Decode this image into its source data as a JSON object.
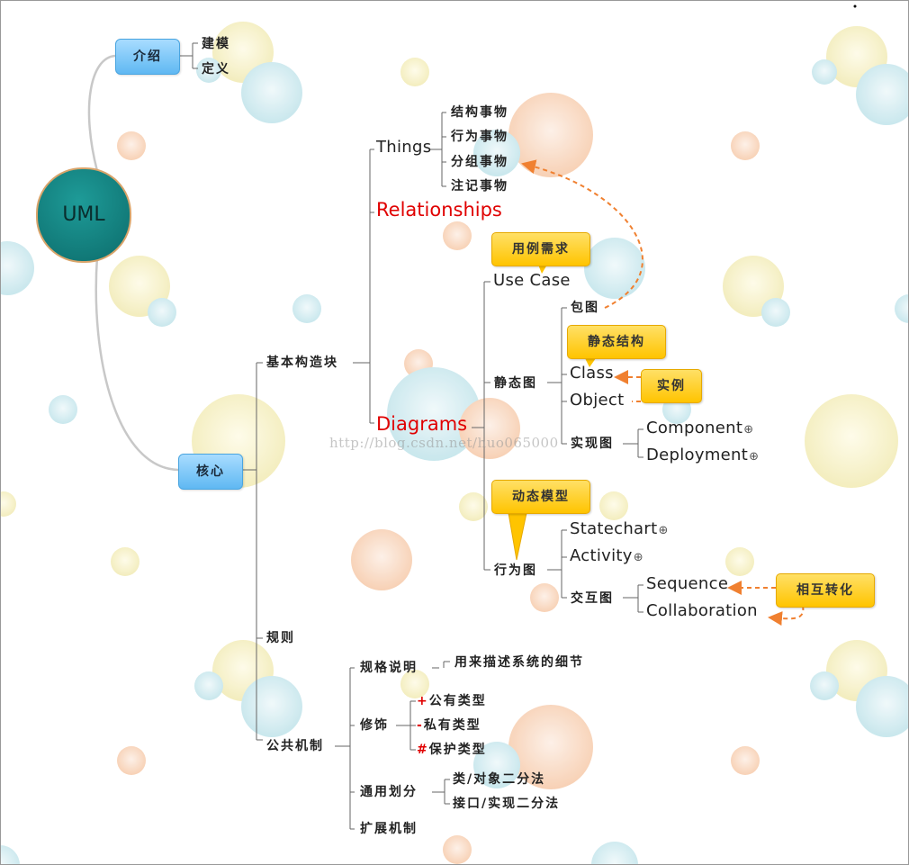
{
  "root": "UML",
  "intro": {
    "label": "介绍",
    "items": [
      "建模",
      "定义"
    ]
  },
  "core": {
    "label": "核心"
  },
  "building_blocks": {
    "label": "基本构造块"
  },
  "things": {
    "label": "Things",
    "items": [
      "结构事物",
      "行为事物",
      "分组事物",
      "注记事物"
    ]
  },
  "relationships": {
    "label": "Relationships"
  },
  "diagrams": {
    "label": "Diagrams"
  },
  "use_case": {
    "label": "Use Case",
    "note": "用例需求"
  },
  "static": {
    "label": "静态图",
    "package": "包图",
    "note": "静态结构",
    "class": "Class",
    "object": "Object",
    "instance_note": "实例"
  },
  "implementation": {
    "label": "实现图",
    "component": "Component",
    "deployment": "Deployment"
  },
  "dynamic_note": "动态模型",
  "behavior": {
    "label": "行为图",
    "statechart": "Statechart",
    "activity": "Activity"
  },
  "interaction": {
    "label": "交互图",
    "sequence": "Sequence",
    "collaboration": "Collaboration",
    "note": "相互转化"
  },
  "rules": {
    "label": "规则"
  },
  "common": {
    "label": "公共机制"
  },
  "spec": {
    "label": "规格说明",
    "detail": "用来描述系统的细节"
  },
  "adorn": {
    "label": "修饰",
    "public_sign": "+",
    "public": "公有类型",
    "private_sign": "-",
    "private": "私有类型",
    "protected_sign": "#",
    "protected": "保护类型"
  },
  "division": {
    "label": "通用划分",
    "a": "类/对象二分法",
    "b": "接口/实现二分法"
  },
  "extension": {
    "label": "扩展机制"
  },
  "watermark": "http://blog.csdn.net/huo065000",
  "colors": {
    "central": "#0c6c6b",
    "box": "#5fb8f2",
    "note": "#ffc400",
    "arrow": "#f08030",
    "highlight": "#e00000"
  }
}
